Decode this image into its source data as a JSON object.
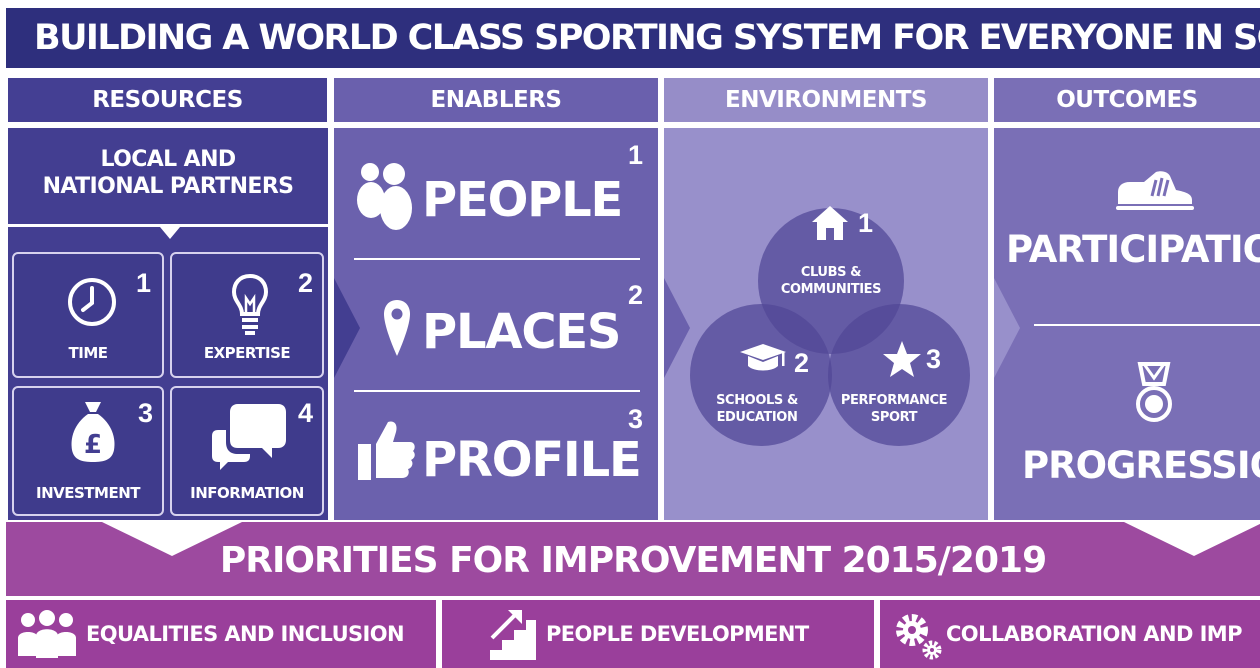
{
  "title": "BUILDING A WORLD CLASS SPORTING SYSTEM FOR EVERYONE IN SCOTLAN",
  "columns": {
    "resources": "RESOURCES",
    "enablers": "ENABLERS",
    "environments": "ENVIRONMENTS",
    "outcomes": "OUTCOMES"
  },
  "resources": {
    "partners_line1": "LOCAL AND",
    "partners_line2": "NATIONAL PARTNERS",
    "items": [
      {
        "label": "TIME",
        "number": "1",
        "icon": "clock-icon"
      },
      {
        "label": "EXPERTISE",
        "number": "2",
        "icon": "lightbulb-icon"
      },
      {
        "label": "INVESTMENT",
        "number": "3",
        "icon": "money-bag-icon"
      },
      {
        "label": "INFORMATION",
        "number": "4",
        "icon": "speech-bubbles-icon"
      }
    ]
  },
  "enablers": [
    {
      "label": "PEOPLE",
      "number": "1",
      "icon": "people-icon"
    },
    {
      "label": "PLACES",
      "number": "2",
      "icon": "location-pin-icon"
    },
    {
      "label": "PROFILE",
      "number": "3",
      "icon": "thumbs-up-icon"
    }
  ],
  "environments": [
    {
      "line1": "CLUBS &",
      "line2": "COMMUNITIES",
      "number": "1",
      "icon": "house-icon"
    },
    {
      "line1": "SCHOOLS &",
      "line2": "EDUCATION",
      "number": "2",
      "icon": "graduation-cap-icon"
    },
    {
      "line1": "PERFORMANCE",
      "line2": "SPORT",
      "number": "3",
      "icon": "star-icon"
    }
  ],
  "outcomes": [
    {
      "label": "PARTICIPATIO",
      "icon": "trainer-shoe-icon"
    },
    {
      "label": "PROGRESSIO",
      "icon": "medal-icon"
    }
  ],
  "priorities_title": "PRIORITIES FOR IMPROVEMENT 2015/2019",
  "priorities": [
    {
      "label": "EQUALITIES AND INCLUSION",
      "icon": "group-icon"
    },
    {
      "label": "PEOPLE DEVELOPMENT",
      "icon": "stairs-arrow-icon"
    },
    {
      "label": "COLLABORATION AND IMP",
      "icon": "gears-icon"
    }
  ],
  "colors": {
    "title_bg": "#2e2f7d",
    "resources": "#4a4597",
    "enablers": "#6e63ad",
    "environments": "#9c93cc",
    "outcomes": "#7b70b6",
    "priorities": "#9a3f9b"
  }
}
